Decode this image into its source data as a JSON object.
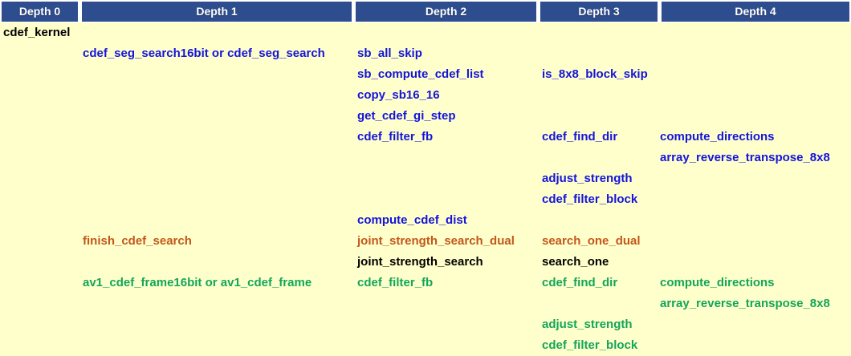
{
  "colors": {
    "header_bg": "#2E4D8E",
    "page_bg": "#FFFFCC",
    "header_text": "#FFFFFF",
    "blue": "#1414DC",
    "orange": "#C2571A",
    "green": "#11A659",
    "black": "#000000"
  },
  "header": {
    "columns": [
      "Depth 0",
      "Depth 1",
      "Depth 2",
      "Depth 3",
      "Depth 4"
    ]
  },
  "rows": [
    {
      "color": "black",
      "d0": "cdef_kernel"
    },
    {
      "color": "blue",
      "d1": "cdef_seg_search16bit or cdef_seg_search",
      "d2": "sb_all_skip"
    },
    {
      "color": "blue",
      "d2": "sb_compute_cdef_list",
      "d3": "is_8x8_block_skip"
    },
    {
      "color": "blue",
      "d2": "copy_sb16_16"
    },
    {
      "color": "blue",
      "d2": "get_cdef_gi_step"
    },
    {
      "color": "blue",
      "d2": "cdef_filter_fb",
      "d3": "cdef_find_dir",
      "d4": "compute_directions"
    },
    {
      "color": "blue",
      "d4": "array_reverse_transpose_8x8"
    },
    {
      "color": "blue",
      "d3": "adjust_strength"
    },
    {
      "color": "blue",
      "d3": "cdef_filter_block"
    },
    {
      "color": "blue",
      "d2": "compute_cdef_dist"
    },
    {
      "color": "orange",
      "d1": "finish_cdef_search",
      "d2": "joint_strength_search_dual",
      "d3": "search_one_dual"
    },
    {
      "color": "black",
      "d2": "joint_strength_search",
      "d3": "search_one"
    },
    {
      "color": "green",
      "d1": "av1_cdef_frame16bit or av1_cdef_frame",
      "d2": "cdef_filter_fb",
      "d3": "cdef_find_dir",
      "d4": "compute_directions"
    },
    {
      "color": "green",
      "d4": "array_reverse_transpose_8x8"
    },
    {
      "color": "green",
      "d3": "adjust_strength"
    },
    {
      "color": "green",
      "d3": "cdef_filter_block"
    }
  ]
}
